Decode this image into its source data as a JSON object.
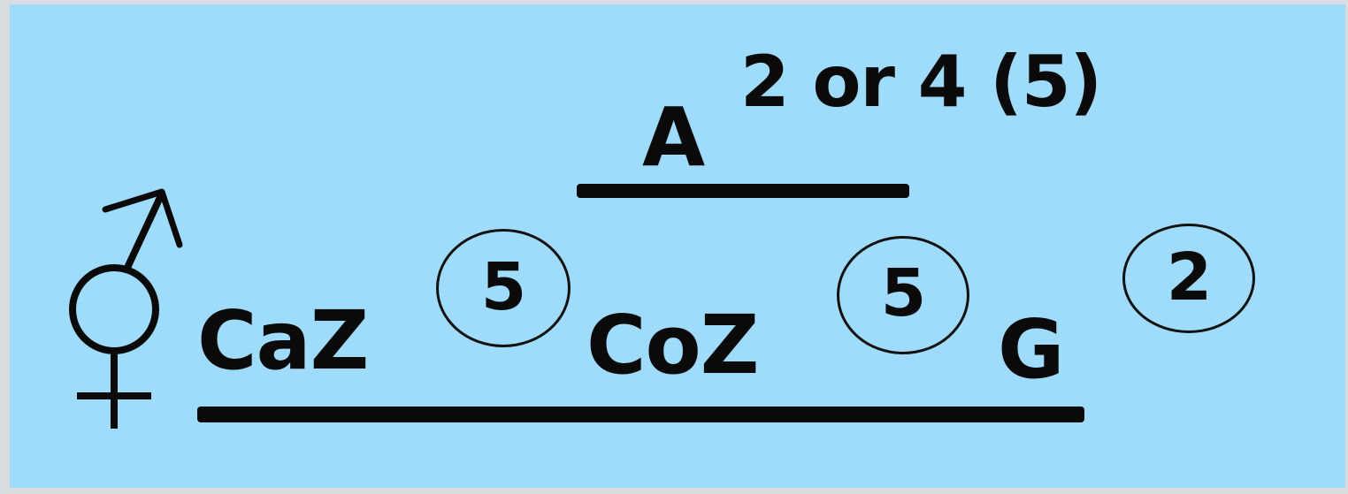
{
  "symbol": {
    "icon": "hermaphrodite-symbol-icon",
    "meaning": ""
  },
  "calyx": {
    "top_letter": "A",
    "top_superscript": "2 or 4 (5)"
  },
  "floral_formula": {
    "labels": [
      "CaZ",
      "CoZ",
      "G"
    ],
    "circled_numbers": [
      "5",
      "5",
      "2"
    ]
  },
  "colors": {
    "background": "#9fdcfb",
    "ink": "#0a0a0a"
  }
}
